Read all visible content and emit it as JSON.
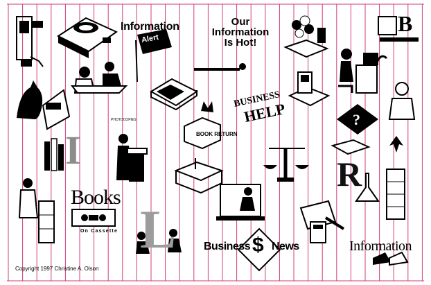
{
  "title_information_alert": [
    "Information",
    "Alert"
  ],
  "title_our_information_hot": "Our Information Is Hot!",
  "business_help": [
    "BUSINESS",
    "HELP"
  ],
  "book_return": "BOOK RETURN",
  "photocopies": "PHOTOCOPIES",
  "books_on_cassette": [
    "Books",
    "On Cassette"
  ],
  "business_news": [
    "Business",
    "$",
    "News"
  ],
  "information_bottom": "Information",
  "letters": [
    "I",
    "R",
    "L"
  ],
  "logo": "B",
  "copyright": "Copyright 1997 Christine A. Olson",
  "colors": {
    "background": "#ffffff",
    "stripe": "#d23c7a",
    "ink": "#000000",
    "gray": "#9c9c9c"
  }
}
